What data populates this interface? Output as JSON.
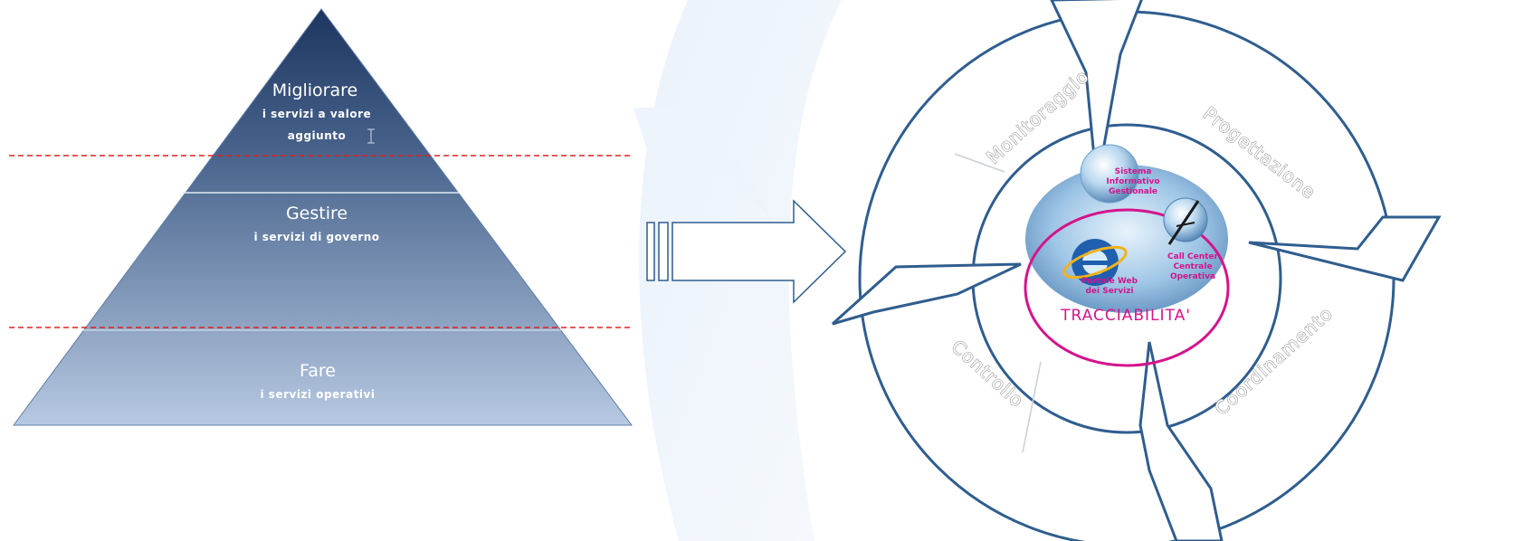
{
  "pyramid": {
    "levels": [
      {
        "title": "Migliorare",
        "subtitle_lines": [
          "i servizi a valore",
          "aggiunto"
        ]
      },
      {
        "title": "Gestire",
        "subtitle_lines": [
          "i servizi di governo"
        ]
      },
      {
        "title": "Fare",
        "subtitle_lines": [
          "i servizi operativi"
        ]
      }
    ]
  },
  "cycle": {
    "phases": [
      "Monitoraggio",
      "Progettazione",
      "Coordinamento",
      "Controllo"
    ],
    "core": {
      "items": [
        "Sistema",
        "Informativo",
        "Gestionale",
        "Call Center",
        "Centrale",
        "Operativa",
        "Portale Web",
        "dei Servizi"
      ],
      "label": "TRACCIABILITA'"
    }
  },
  "colors": {
    "pyramid_top": "#1d3560",
    "pyramid_bottom": "#b3c6e0",
    "divider": "#e02020",
    "arrow_stroke": "#2f5d8f",
    "trace_ring": "#d4148c",
    "accent_magenta": "#d4148c"
  }
}
